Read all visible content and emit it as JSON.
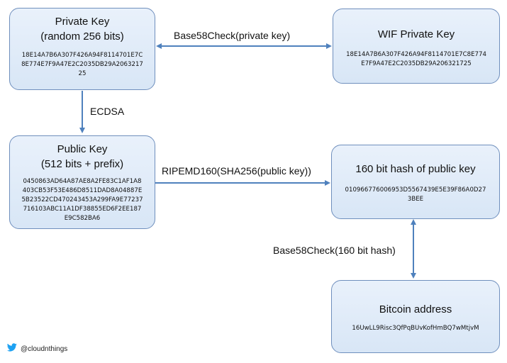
{
  "nodes": {
    "private_key": {
      "title": "Private Key",
      "subtitle": "(random 256 bits)",
      "value": "18E14A7B6A307F426A94F8114701E7C8E774E7F9A47E2C2035DB29A206321725"
    },
    "wif_private_key": {
      "title": "WIF Private Key",
      "value": "18E14A7B6A307F426A94F8114701E7C8E774E7F9A47E2C2035DB29A206321725"
    },
    "public_key": {
      "title": "Public Key",
      "subtitle": "(512 bits + prefix)",
      "value": "0450863AD64A87AE8A2FE83C1AF1A8403CB53F53E486D8511DAD8A04887E5B23522CD470243453A299FA9E77237716103ABC11A1DF38855ED6F2EE187E9C582BA6"
    },
    "hash160": {
      "title": "160 bit hash of public key",
      "value": "010966776006953D5567439E5E39F86A0D273BEE"
    },
    "bitcoin_address": {
      "title": "Bitcoin address",
      "value": "16UwLL9Risc3QfPqBUvKofHmBQ7wMtjvM"
    }
  },
  "edges": {
    "base58check_private": "Base58Check(private key)",
    "ecdsa": "ECDSA",
    "ripemd": "RIPEMD160(SHA256(public key))",
    "base58check_hash": "Base58Check(160 bit hash)"
  },
  "footer": {
    "icon": "twitter-bird-icon",
    "handle": "@cloudnthings"
  },
  "colors": {
    "arrow": "#4f81bd",
    "box_border": "#6f8fbd",
    "box_fill_top": "#e9f1fb",
    "box_fill_bottom": "#d8e6f6",
    "twitter": "#1da1f2"
  }
}
